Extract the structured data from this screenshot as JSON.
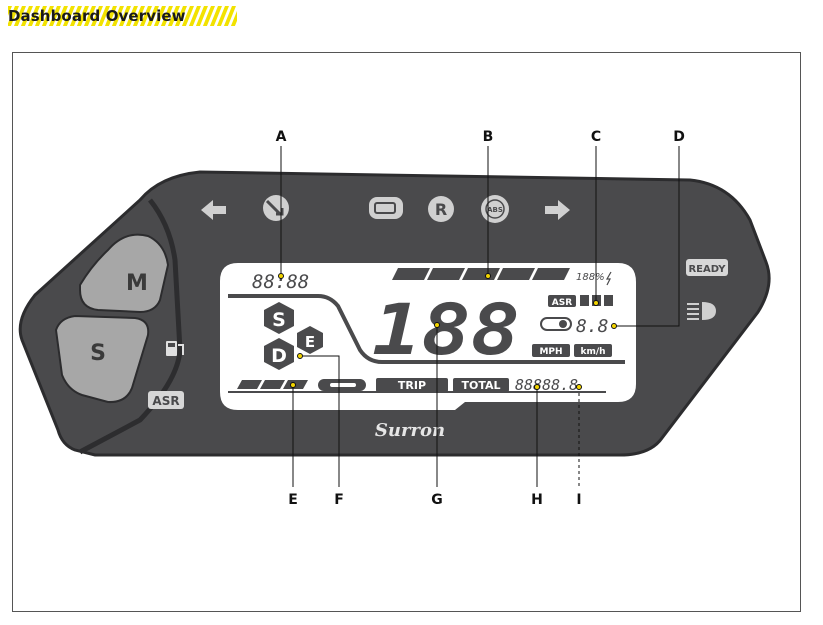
{
  "header": {
    "title": "Dashboard Overview"
  },
  "callouts": [
    "A",
    "B",
    "C",
    "D",
    "E",
    "F",
    "G",
    "H",
    "I"
  ],
  "dashboard": {
    "brand": "Surron",
    "buttons": {
      "mode_top": "M",
      "mode_bottom": "S"
    },
    "indicators": {
      "ready": "READY",
      "asr_side": "ASR",
      "abs": "ABS",
      "reverse": "R"
    },
    "lcd": {
      "clock": "88:88",
      "battery_pct": "188%",
      "asr": "ASR",
      "speed": "188",
      "trip_meter_small": "8.8",
      "unit_mph": "MPH",
      "unit_kmh": "km/h",
      "trip": "TRIP",
      "total": "TOTAL",
      "odometer": "88888.8",
      "modes": {
        "sport": "S",
        "eco": "E",
        "drive": "D"
      }
    }
  },
  "colors": {
    "body": "#4a4a4c",
    "lcd": "#ffffff",
    "accent": "#f2e200",
    "button": "#a7a7a7"
  }
}
